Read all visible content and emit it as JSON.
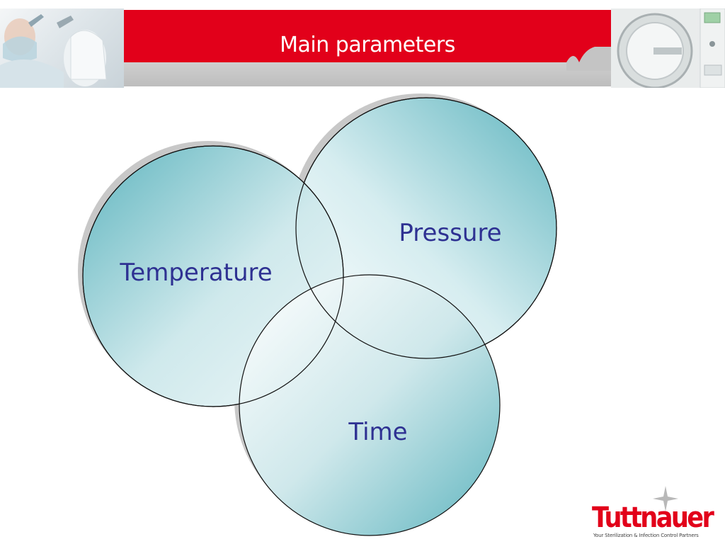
{
  "slide": {
    "title": "Main parameters"
  },
  "diagram": {
    "circles": [
      {
        "label": "Temperature"
      },
      {
        "label": "Pressure"
      },
      {
        "label": "Time"
      }
    ],
    "label_color": "#2e3192",
    "fill_color": "#6dbcc4"
  },
  "brand": {
    "name": "Tuttnauer",
    "tagline": "Your Sterilization & Infection Control Partners",
    "color": "#e2001a"
  },
  "header": {
    "left_photo": "dental-professionals-photo",
    "right_photo": "autoclave-photo"
  }
}
